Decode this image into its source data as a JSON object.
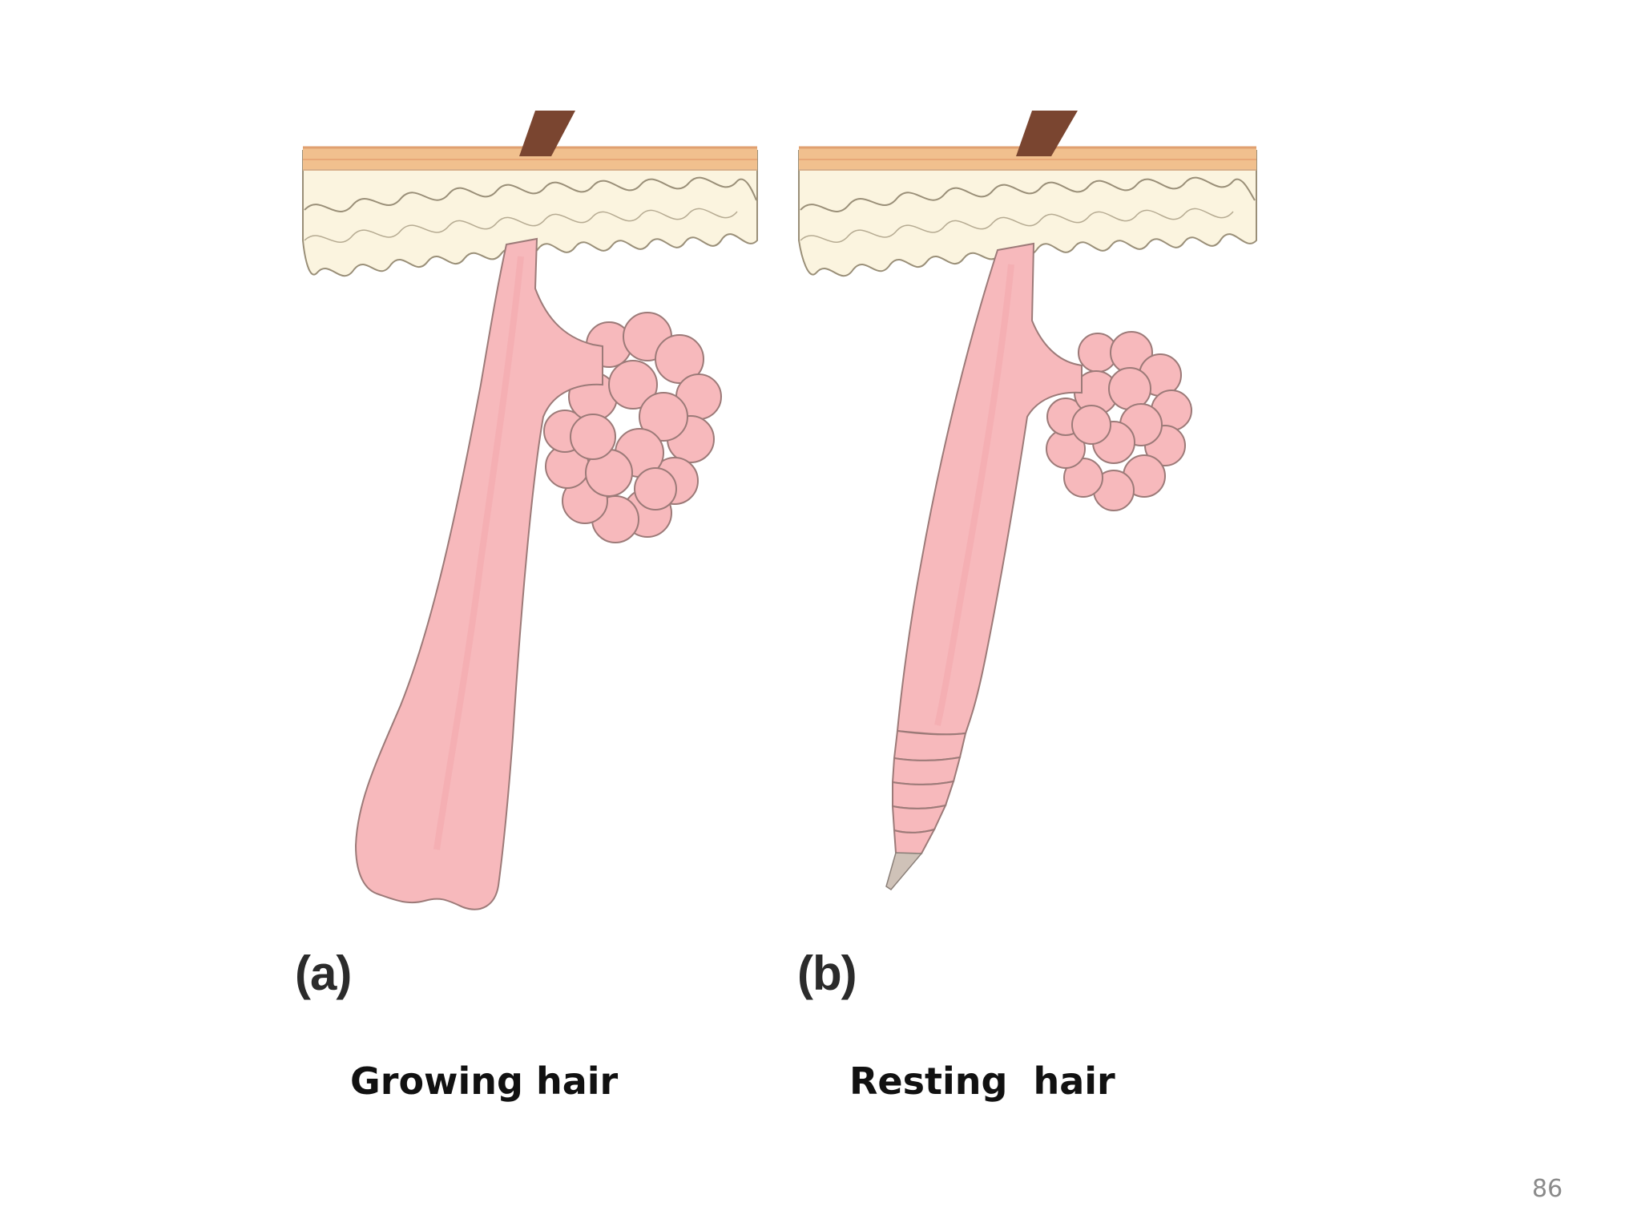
{
  "slide": {
    "panels": [
      {
        "letter": "(a)",
        "caption": "Growing hair"
      },
      {
        "letter": "(b)",
        "caption": "Resting  hair"
      }
    ],
    "page_number": "86"
  },
  "colors": {
    "hair_shaft": "#7a4530",
    "epidermis_band": "#f1c08e",
    "dermis": "#fbf4df",
    "follicle_fill": "#f7b9bc",
    "follicle_outline": "#9c7a78"
  }
}
